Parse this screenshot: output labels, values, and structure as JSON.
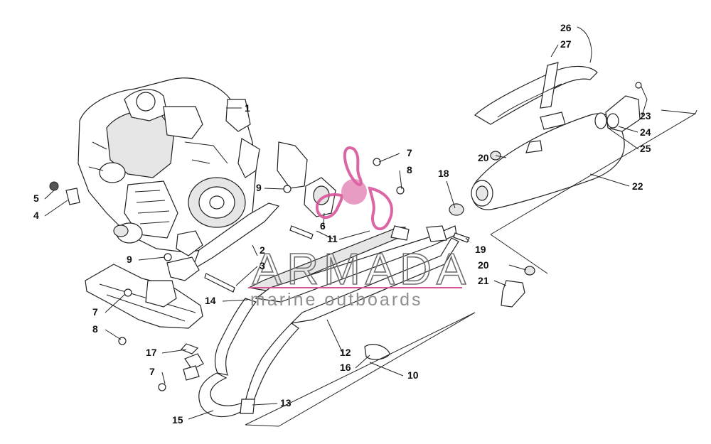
{
  "watermark": {
    "title": "ARMADA",
    "subtitle": "marine outboards",
    "accent_color": "#d9559a"
  },
  "callouts": [
    "1",
    "2",
    "3",
    "4",
    "5",
    "6",
    "7",
    "8",
    "9",
    "9",
    "10",
    "11",
    "12",
    "13",
    "14",
    "15",
    "16",
    "17",
    "7",
    "8",
    "7",
    "18",
    "19",
    "20",
    "20",
    "21",
    "22",
    "23",
    "24",
    "25",
    "26",
    "27"
  ],
  "icons": {
    "logo": "propeller-logo-icon"
  }
}
